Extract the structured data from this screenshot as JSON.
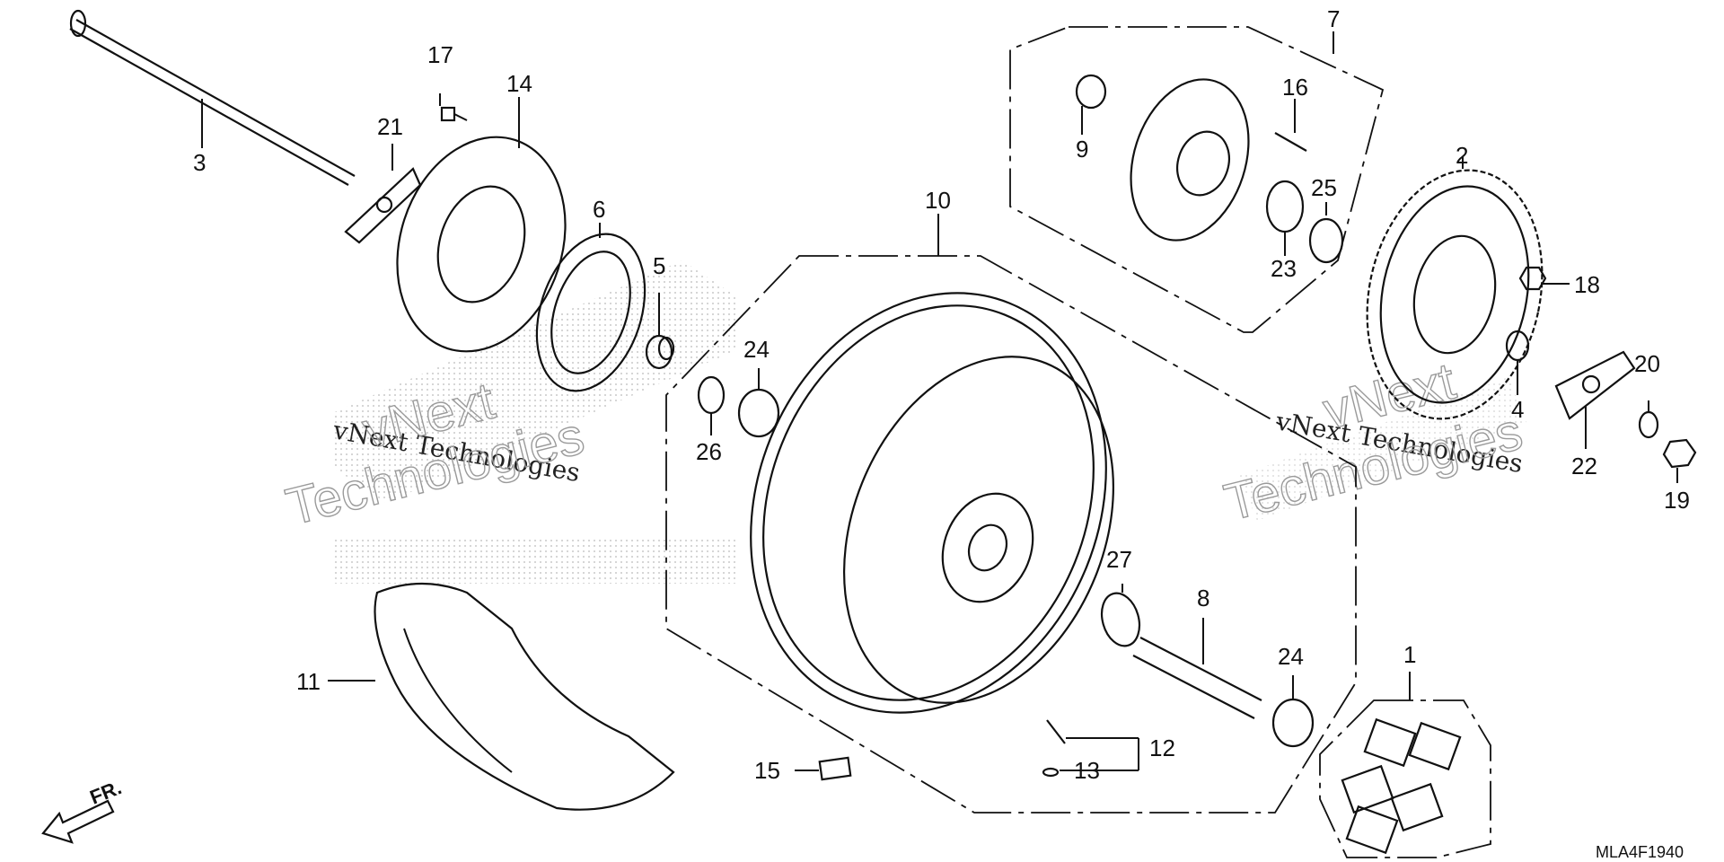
{
  "diagram": {
    "callouts": [
      "1",
      "2",
      "3",
      "4",
      "5",
      "6",
      "7",
      "8",
      "9",
      "10",
      "11",
      "12",
      "13",
      "14",
      "15",
      "16",
      "17",
      "18",
      "19",
      "20",
      "21",
      "22",
      "23",
      "24",
      "24",
      "25",
      "26",
      "27"
    ],
    "figure_code": "MLA4F1940",
    "direction_label": "FR.",
    "watermarks": [
      "vNext Technologies",
      "Technologies",
      "vNext",
      "vNext Technologies",
      "Technologies",
      "vNext"
    ],
    "colors": {
      "ink": "#111111",
      "watermark": "#9a9a9a",
      "background": "#ffffff"
    }
  }
}
